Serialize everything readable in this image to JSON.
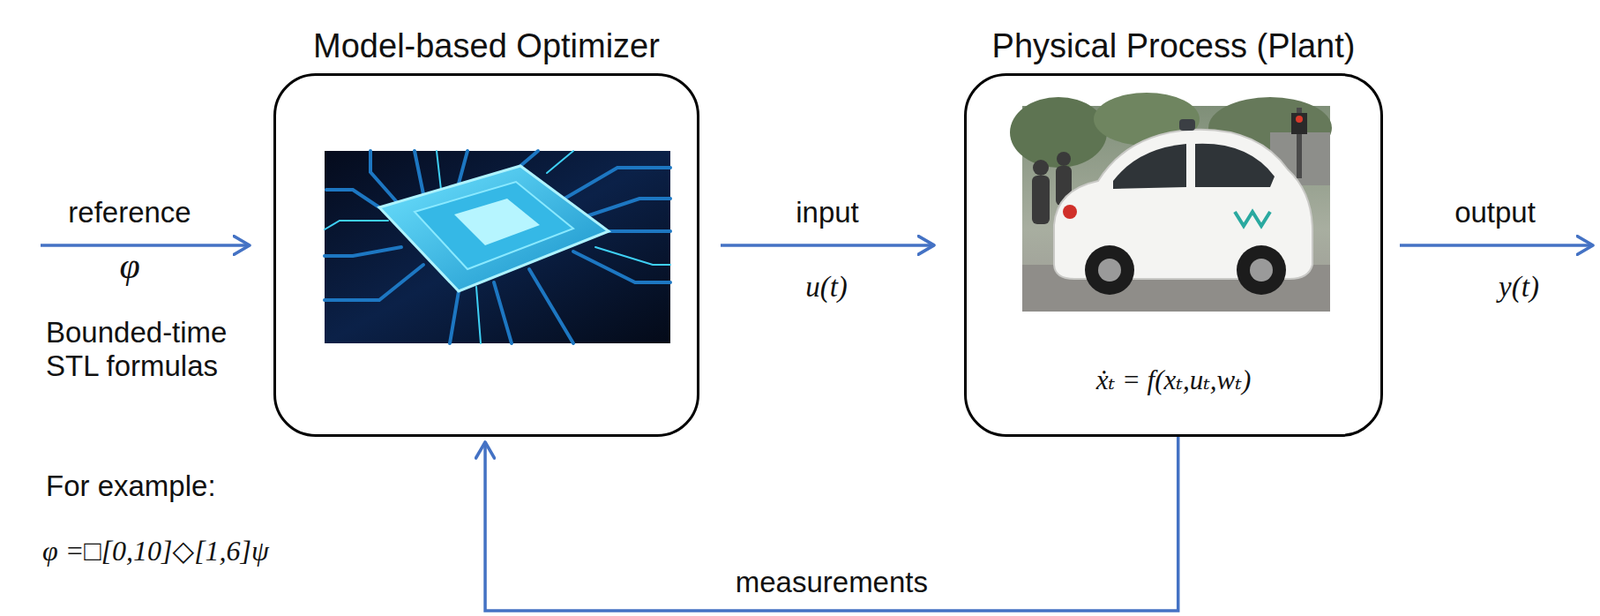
{
  "diagram": {
    "nodes": [
      {
        "text": [
          "Model-based Optimizer"
        ]
      },
      {
        "text": [
          "Physical Process (Plant)",
          "ẋₜ = f(xₜ,uₜ,wₜ)"
        ]
      }
    ],
    "edges": [
      {
        "from": 0,
        "to": 1,
        "arrow": "to",
        "label": "input"
      },
      {
        "from": 1,
        "to": 0,
        "arrow": "to",
        "label": "measurements"
      }
    ],
    "labels": [
      "reference",
      "φ",
      "Bounded-time STL formulas",
      "u(t)",
      "output",
      "y(t)",
      "For example:",
      "φ =□[0,10]◇[1,6]ψ"
    ]
  }
}
